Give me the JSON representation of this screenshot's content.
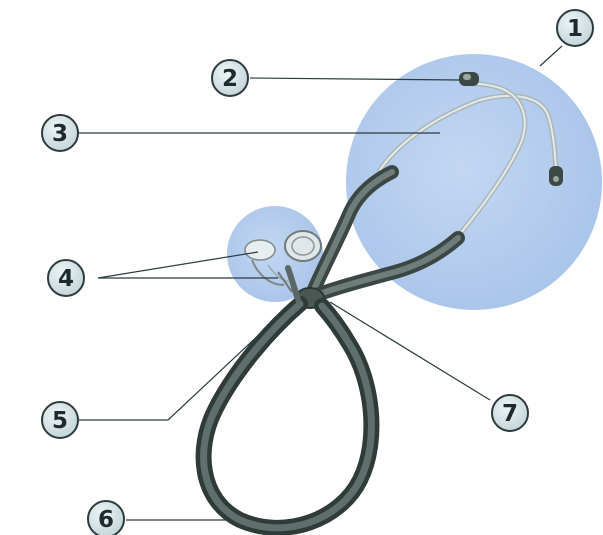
{
  "diagram": {
    "callouts": [
      {
        "id": "1",
        "label": "1"
      },
      {
        "id": "2",
        "label": "2"
      },
      {
        "id": "3",
        "label": "3"
      },
      {
        "id": "4",
        "label": "4"
      },
      {
        "id": "5",
        "label": "5"
      },
      {
        "id": "6",
        "label": "6"
      },
      {
        "id": "7",
        "label": "7"
      }
    ],
    "colors": {
      "callout_fill": "#d3e1e4",
      "callout_stroke": "#2c3b3f",
      "leader_line": "#2c3b3f",
      "highlight_circle": "#b2ccee",
      "tubing_dark": "#3a4744",
      "tubing_light": "#6e7d79",
      "binaural_metal": "#c9d2d2"
    }
  }
}
